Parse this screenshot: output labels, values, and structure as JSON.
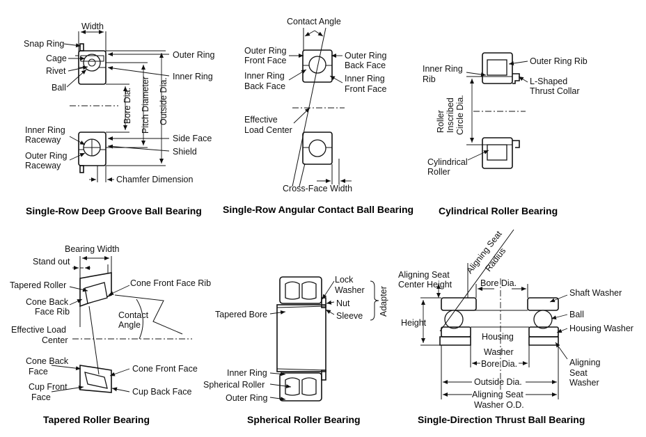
{
  "diagrams": [
    {
      "caption": "Single-Row Deep Groove Ball Bearing",
      "labels": {
        "width": "Width",
        "snap_ring": "Snap Ring",
        "cage": "Cage",
        "rivet": "Rivet",
        "ball": "Ball",
        "outer_ring": "Outer Ring",
        "inner_ring": "Inner Ring",
        "bore_dia": "Bore Dia.",
        "pitch_diameter": "Pitch Diameter",
        "outside_dia": "Outside Dia.",
        "inner_ring_raceway_1": "Inner Ring",
        "inner_ring_raceway_2": "Raceway",
        "outer_ring_raceway_1": "Outer Ring",
        "outer_ring_raceway_2": "Raceway",
        "side_face": "Side Face",
        "shield": "Shield",
        "chamfer_dimension": "Chamfer Dimension"
      }
    },
    {
      "caption": "Single-Row Angular Contact Ball Bearing",
      "labels": {
        "contact_angle": "Contact Angle",
        "outer_ring_front_face_1": "Outer Ring",
        "outer_ring_front_face_2": "Front Face",
        "outer_ring_back_face_1": "Outer Ring",
        "outer_ring_back_face_2": "Back Face",
        "inner_ring_back_face_1": "Inner Ring",
        "inner_ring_back_face_2": "Back Face",
        "inner_ring_front_face_1": "Inner Ring",
        "inner_ring_front_face_2": "Front Face",
        "effective_load_center_1": "Effective",
        "effective_load_center_2": "Load Center",
        "cross_face_width": "Cross-Face Width"
      }
    },
    {
      "caption": "Cylindrical Roller Bearing",
      "labels": {
        "outer_ring_rib": "Outer Ring Rib",
        "inner_ring_rib_1": "Inner Ring",
        "inner_ring_rib_2": "Rib",
        "l_shaped_1": "L-Shaped",
        "l_shaped_2": "Thrust Collar",
        "roller_inscribed_1": "Roller",
        "roller_inscribed_2": "Inscribed",
        "roller_inscribed_3": "Circle Dia.",
        "cylindrical_roller_1": "Cylindrical",
        "cylindrical_roller_2": "Roller"
      }
    },
    {
      "caption": "Tapered Roller Bearing",
      "labels": {
        "bearing_width": "Bearing Width",
        "stand_out": "Stand out",
        "tapered_roller": "Tapered Roller",
        "cone_back_face_rib_1": "Cone Back",
        "cone_back_face_rib_2": "Face Rib",
        "cone_front_face_rib": "Cone Front Face Rib",
        "contact_angle_1": "Contact",
        "contact_angle_2": "Angle",
        "effective_load_center_1": "Effective Load",
        "effective_load_center_2": "Center",
        "cone_back_face_1": "Cone Back",
        "cone_back_face_2": "Face",
        "cone_front_face": "Cone Front Face",
        "cup_front_face_1": "Cup Front",
        "cup_front_face_2": "Face",
        "cup_back_face": "Cup Back Face"
      }
    },
    {
      "caption": "Spherical Roller Bearing",
      "labels": {
        "lock_washer_1": "Lock",
        "lock_washer_2": "Washer",
        "nut": "Nut",
        "sleeve": "Sleeve",
        "adapter": "Adapter",
        "tapered_bore": "Tapered Bore",
        "inner_ring": "Inner Ring",
        "spherical_roller": "Spherical Roller",
        "outer_ring": "Outer Ring"
      }
    },
    {
      "caption": "Single-Direction Thrust Ball Bearing",
      "labels": {
        "aligning_seat_radius_1": "Aligning Seat",
        "aligning_seat_radius_2": "Radius",
        "aligning_seat_center_height_1": "Aligning Seat",
        "aligning_seat_center_height_2": "Center Height",
        "bore_dia": "Bore Dia.",
        "shaft_washer": "Shaft Washer",
        "ball": "Ball",
        "height": "Height",
        "housing_washer": "Housing Washer",
        "housing_1": "Housing",
        "housing_2": "Washer",
        "housing_3": "Bore Dia.",
        "aligning_seat_washer_1": "Aligning",
        "aligning_seat_washer_2": "Seat",
        "aligning_seat_washer_3": "Washer",
        "outside_dia": "Outside Dia.",
        "aligning_seat_washer_od_1": "Aligning Seat",
        "aligning_seat_washer_od_2": "Washer O.D."
      }
    }
  ]
}
